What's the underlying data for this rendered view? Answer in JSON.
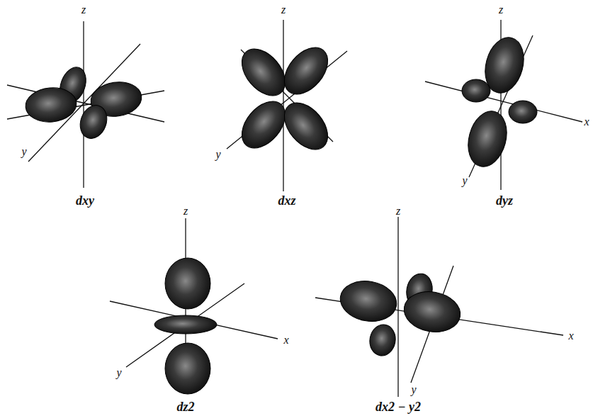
{
  "diagram": {
    "labels": [
      "z",
      "y",
      "dxy",
      "z",
      "y",
      "dxz",
      "z",
      "x",
      "y",
      "dyz",
      "z",
      "x",
      "y",
      "dz2",
      "z",
      "x",
      "y",
      "dx2 − y2"
    ]
  }
}
